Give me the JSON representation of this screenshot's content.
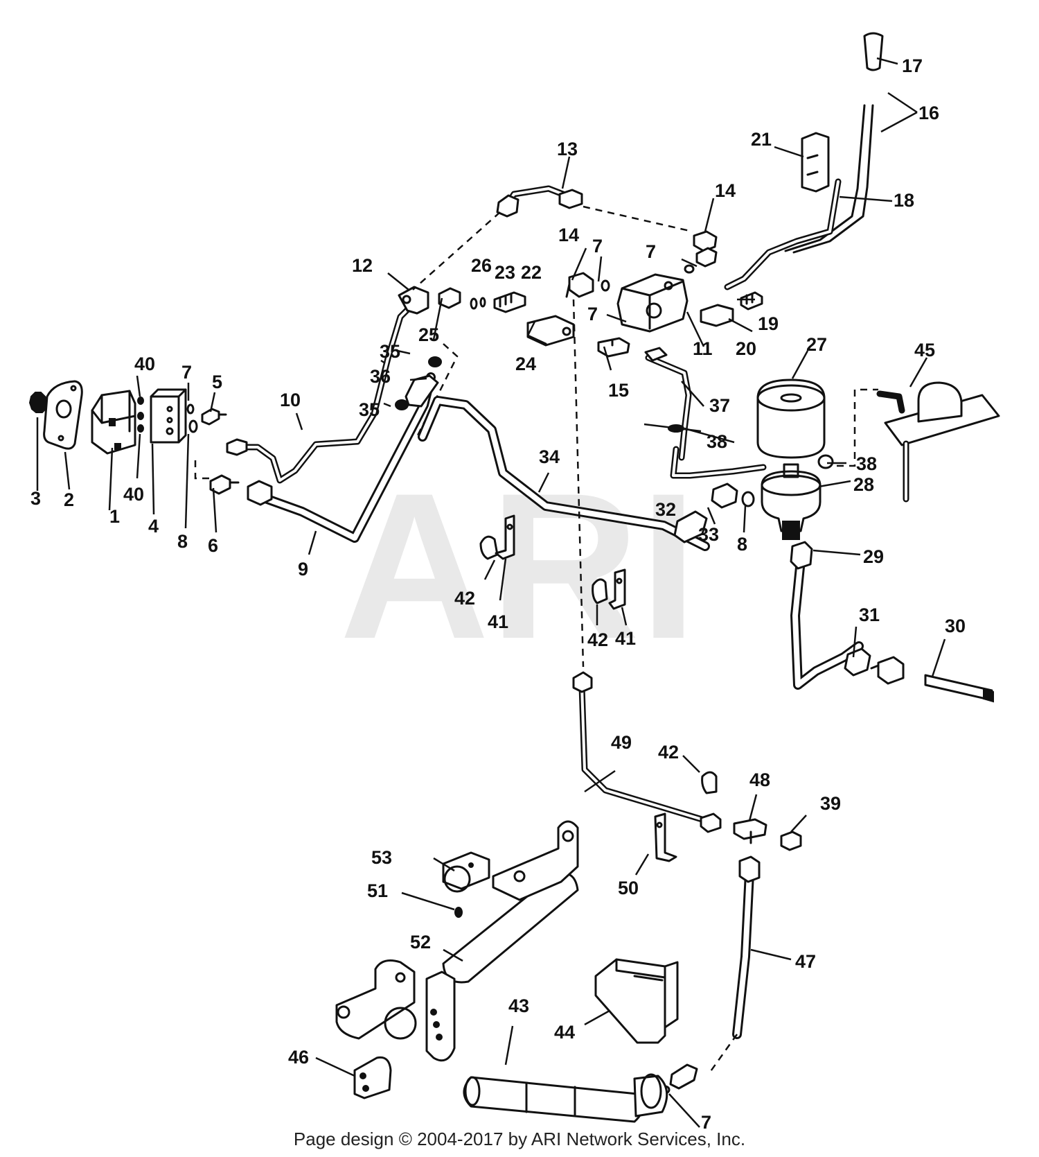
{
  "watermark": "ARI",
  "footer": "Page design © 2004-2017 by ARI Network Services, Inc.",
  "colors": {
    "ink": "#111111",
    "background": "#ffffff",
    "watermark": "#e9e9e9"
  },
  "callouts": {
    "c1": "1",
    "c2": "2",
    "c3": "3",
    "c4": "4",
    "c5": "5",
    "c6": "6",
    "c7a": "7",
    "c7b": "7",
    "c7c": "7",
    "c7d": "7",
    "c7e": "7",
    "c8a": "8",
    "c8b": "8",
    "c9": "9",
    "c10": "10",
    "c11": "11",
    "c12": "12",
    "c13": "13",
    "c14a": "14",
    "c14b": "14",
    "c15": "15",
    "c16": "16",
    "c17": "17",
    "c18": "18",
    "c19": "19",
    "c20": "20",
    "c21": "21",
    "c22": "22",
    "c23": "23",
    "c24": "24",
    "c25": "25",
    "c26": "26",
    "c27": "27",
    "c28": "28",
    "c29": "29",
    "c30": "30",
    "c31": "31",
    "c32": "32",
    "c33": "33",
    "c34": "34",
    "c35a": "35",
    "c35b": "35",
    "c36": "36",
    "c37": "37",
    "c38a": "38",
    "c38b": "38",
    "c39": "39",
    "c40a": "40",
    "c40b": "40",
    "c41a": "41",
    "c41b": "41",
    "c42a": "42",
    "c42b": "42",
    "c42c": "42",
    "c43": "43",
    "c44": "44",
    "c45": "45",
    "c46": "46",
    "c47": "47",
    "c48": "48",
    "c49": "49",
    "c50": "50",
    "c51": "51",
    "c52": "52",
    "c53": "53"
  }
}
